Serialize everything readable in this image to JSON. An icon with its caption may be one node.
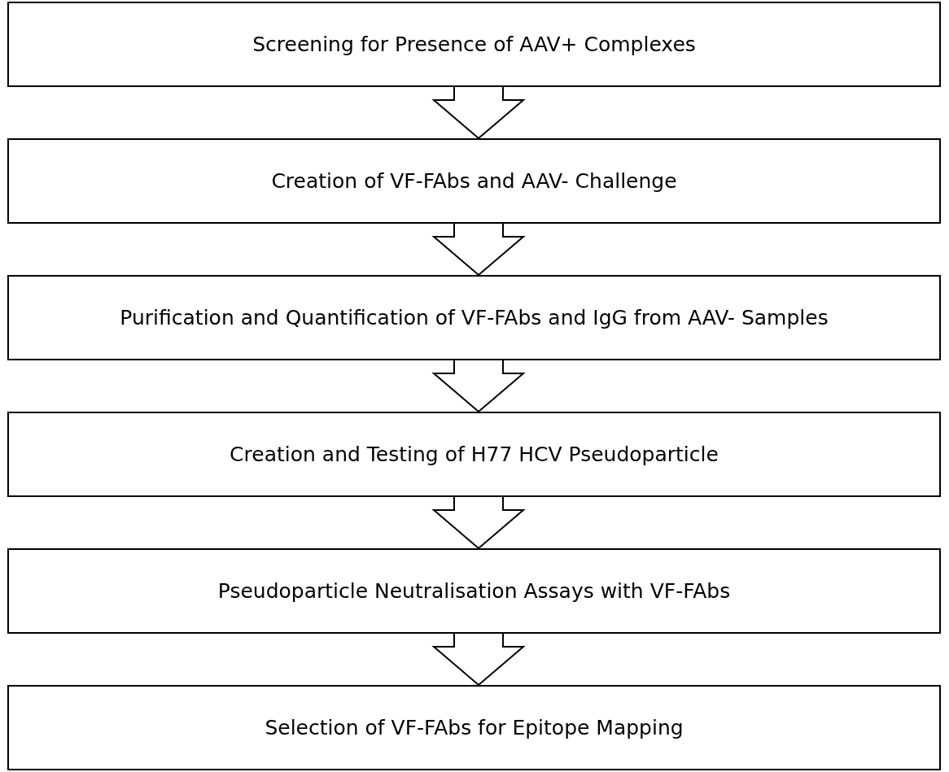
{
  "diagram": {
    "nodes": [
      {
        "text": [
          "Screening for Presence of AAV+ Complexes"
        ]
      },
      {
        "text": [
          "Creation of VF-FAbs and AAV- Challenge"
        ]
      },
      {
        "text": [
          "Purification and Quantification of VF-FAbs and IgG from AAV- Samples"
        ]
      },
      {
        "text": [
          "Creation and Testing of H77 HCV Pseudoparticle"
        ]
      },
      {
        "text": [
          "Pseudoparticle Neutralisation Assays with VF-FAbs"
        ]
      },
      {
        "text": [
          "Selection of VF-FAbs for Epitope Mapping"
        ]
      }
    ],
    "edges": [
      {
        "from": 0,
        "to": 1,
        "arrow": "to"
      },
      {
        "from": 1,
        "to": 2,
        "arrow": "to"
      },
      {
        "from": 2,
        "to": 3,
        "arrow": "to"
      },
      {
        "from": 3,
        "to": 4,
        "arrow": "to"
      },
      {
        "from": 4,
        "to": 5,
        "arrow": "to"
      }
    ]
  }
}
